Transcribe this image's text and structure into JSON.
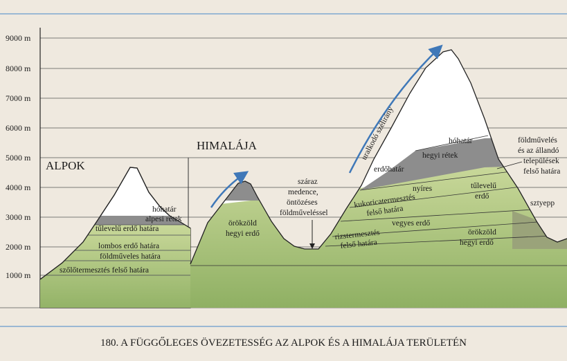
{
  "y_axis": {
    "ticks": [
      "9000 m",
      "8000 m",
      "7000 m",
      "6000 m",
      "5000 m",
      "4000 m",
      "3000 m",
      "2000 m",
      "1000 m"
    ]
  },
  "alps": {
    "title": "ALPOK",
    "zones": {
      "snowline": "hóhatár",
      "alpine_meadows": "alpesi rétek",
      "conifer_limit": "tűlevelű erdő határa",
      "deciduous_limit": "lombos erdő határa",
      "farming_limit": "földműveles határa",
      "vine_limit": "szőlőtermesztés felső határa"
    }
  },
  "himalaya": {
    "title": "HIMALÁJA",
    "wind_label": "uralkodó szélirány",
    "zones": {
      "evergreen_left": [
        "örökzöld",
        "hegyi erdő"
      ],
      "basin": [
        "száraz",
        "medence,",
        "öntözéses",
        "földműveléssel"
      ],
      "snowline": "hóhatár",
      "mountain_meadows": "hegyi rétek",
      "treeline": "erdőhatár",
      "birch": "nyíres",
      "maize": [
        "kukoricatermesztés",
        "felső határa"
      ],
      "conifer": [
        "tűlevelű",
        "erdő"
      ],
      "mixed_forest": "vegyes erdő",
      "rice": [
        "rizstermesztés",
        "felső határa"
      ],
      "evergreen_right": [
        "örökzöld",
        "hegyi erdő"
      ],
      "steppe": "sztyepp",
      "settlement_limit": [
        "földművelés",
        "és az állandó",
        "települések",
        "felső határa"
      ]
    }
  },
  "caption": "180. A FÜGGŐLEGES ÖVEZETESSÉG AZ ALPOK ÉS A HIMALÁJA TERÜLETÉN",
  "colors": {
    "background": "#efe9df",
    "green": "#a8c27a",
    "green_dark": "#8fb060",
    "rock": "#8d8d8d",
    "snow": "#ffffff",
    "wind_arrow": "#3f78b8"
  }
}
